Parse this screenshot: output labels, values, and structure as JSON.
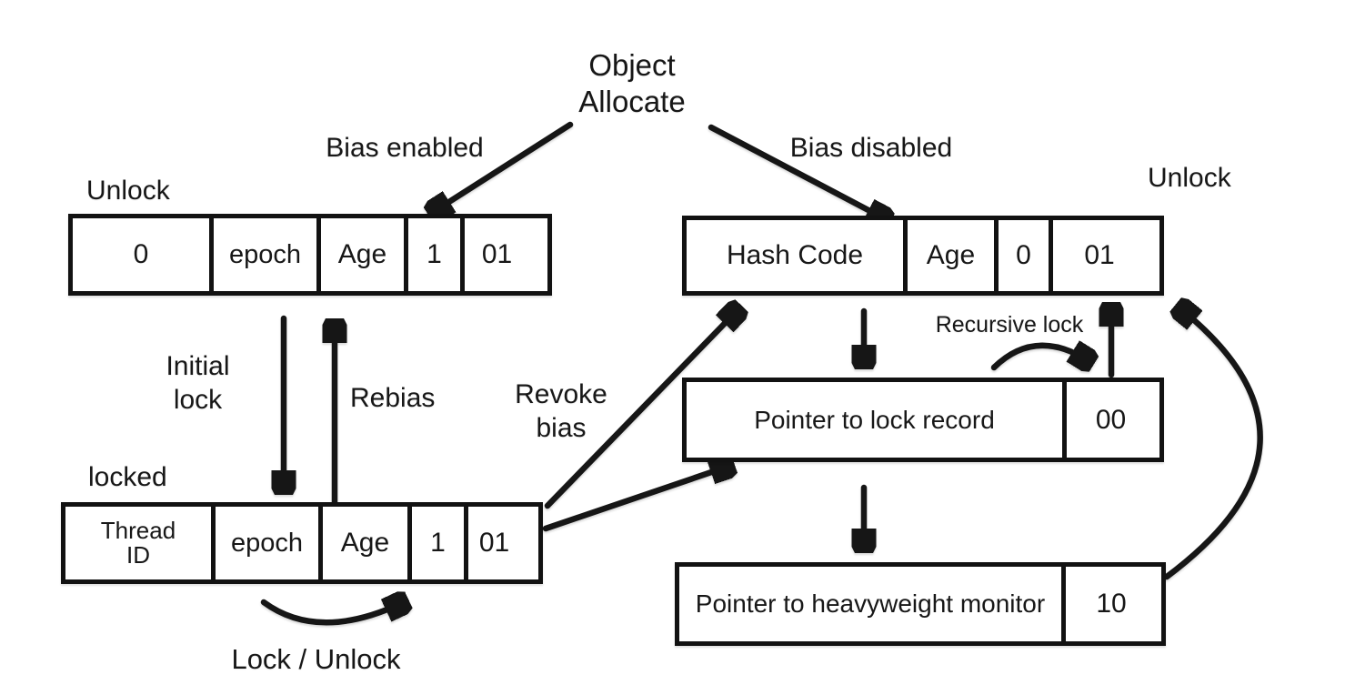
{
  "labels": {
    "object_allocate_line1": "Object",
    "object_allocate_line2": "Allocate",
    "bias_enabled": "Bias enabled",
    "bias_disabled": "Bias disabled",
    "unlock_left": "Unlock",
    "unlock_right": "Unlock",
    "initial_lock_line1": "Initial",
    "initial_lock_line2": "lock",
    "rebias": "Rebias",
    "revoke_bias_line1": "Revoke",
    "revoke_bias_line2": "bias",
    "locked": "locked",
    "lock_unlock": "Lock / Unlock",
    "recursive_lock": "Recursive lock"
  },
  "boxes": {
    "biased_unlocked": {
      "cells": [
        "0",
        "epoch",
        "Age",
        "1",
        "01"
      ]
    },
    "biased_locked": {
      "cells": [
        "Thread ID",
        "epoch",
        "Age",
        "1",
        "01"
      ]
    },
    "unbiased_unlocked": {
      "cells": [
        "Hash Code",
        "Age",
        "0",
        "01"
      ]
    },
    "lightweight_locked": {
      "cells": [
        "Pointer to lock record",
        "00"
      ]
    },
    "heavyweight_locked": {
      "cells": [
        "Pointer to heavyweight monitor",
        "10"
      ]
    }
  },
  "colors": {
    "ink": "#161616",
    "background": "#ffffff"
  }
}
